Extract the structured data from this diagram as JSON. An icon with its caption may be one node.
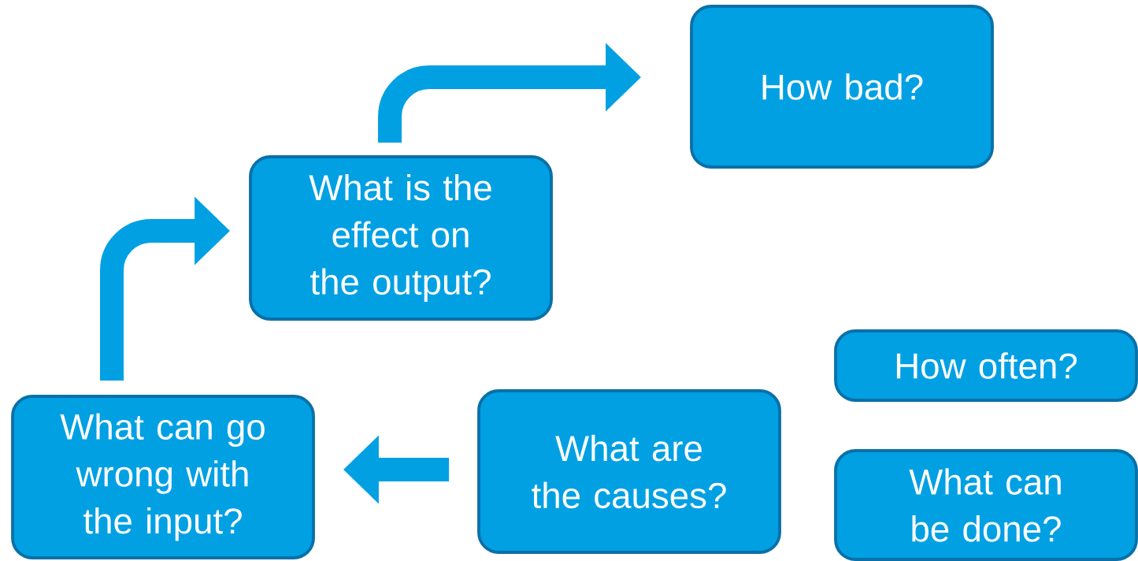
{
  "diagram": {
    "nodes": [
      {
        "text": [
          "What can go wrong with the input?"
        ]
      },
      {
        "text": [
          "What is the effect on the output?"
        ]
      },
      {
        "text": [
          "How bad?"
        ]
      },
      {
        "text": [
          "How often?"
        ]
      },
      {
        "text": [
          "What can be done?"
        ]
      },
      {
        "text": [
          "What are the causes?"
        ]
      }
    ],
    "edges": [
      {
        "from": 0,
        "to": 1,
        "arrow": "to"
      },
      {
        "from": 1,
        "to": 2,
        "arrow": "to"
      },
      {
        "from": 5,
        "to": 0,
        "arrow": "to"
      }
    ]
  }
}
